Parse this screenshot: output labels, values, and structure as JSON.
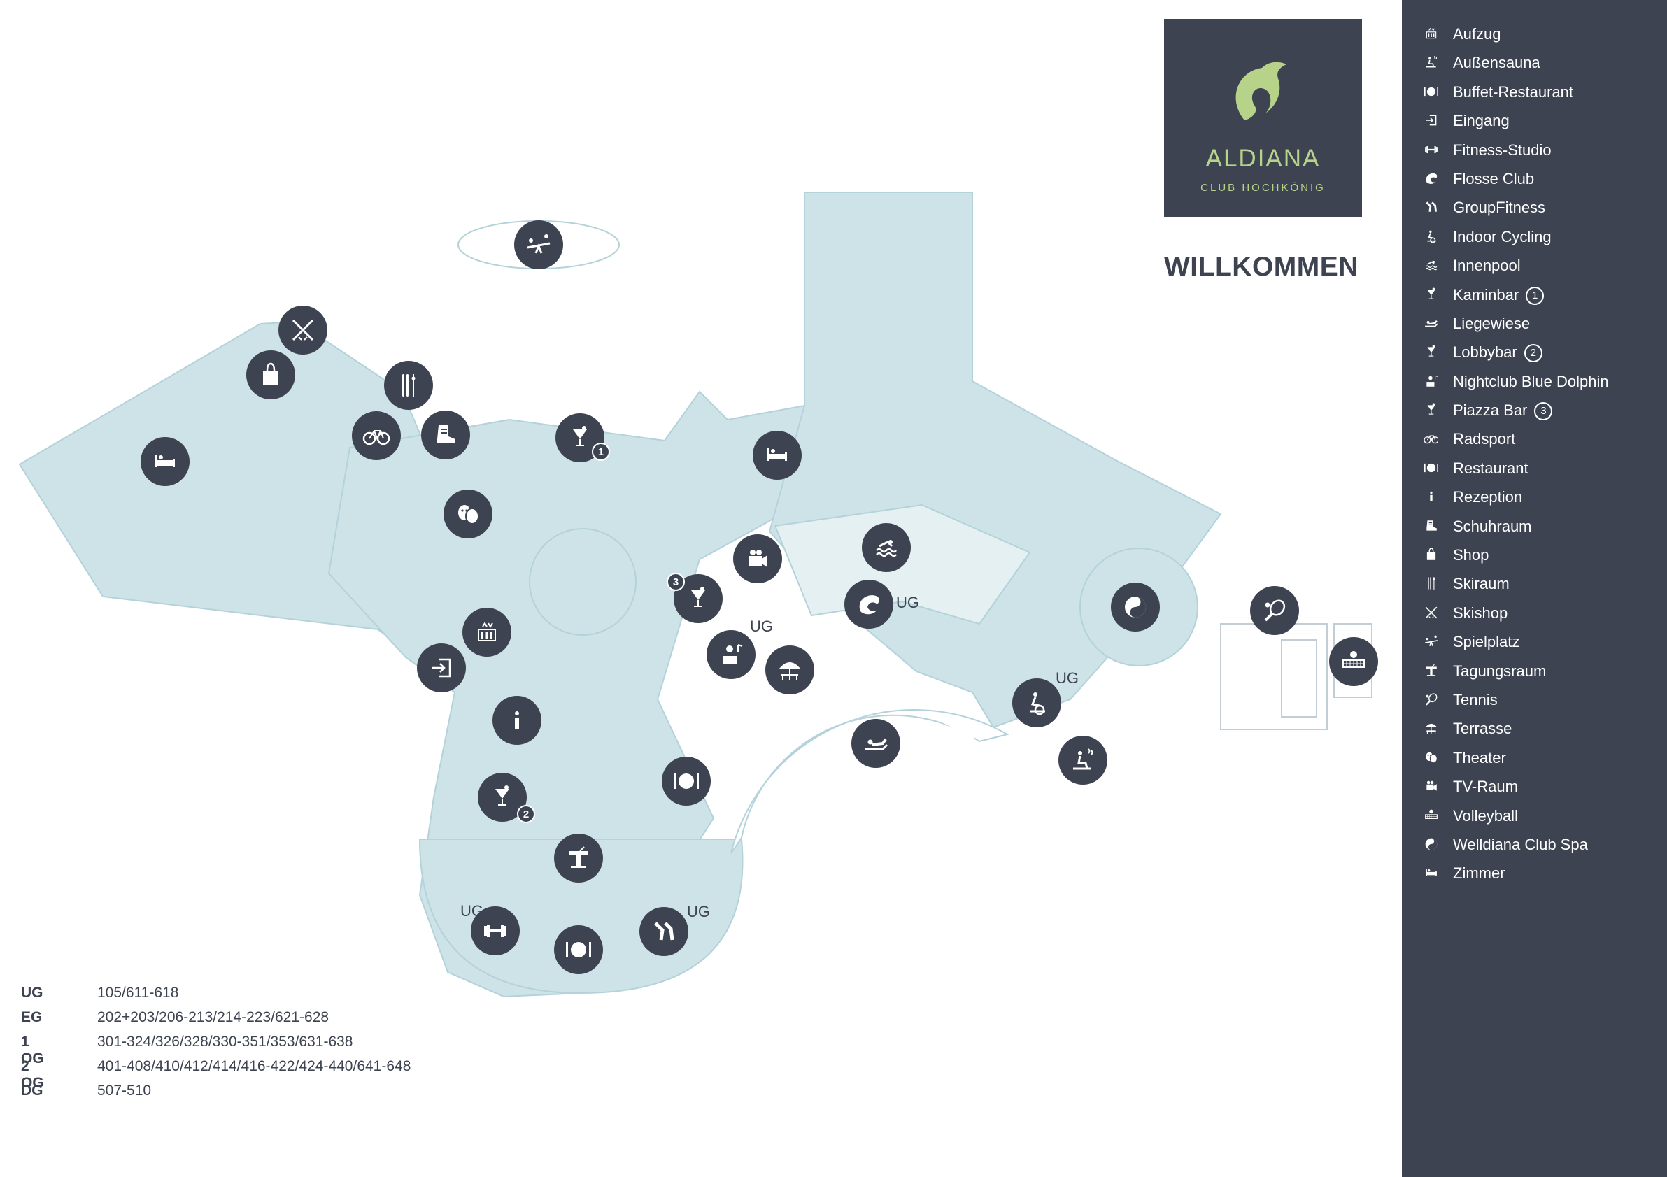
{
  "brand": {
    "name": "ALDIANA",
    "subtitle": "CLUB HOCHKÖNIG"
  },
  "welcome": "WILLKOMMEN",
  "colors": {
    "sidebar": "#3d4350",
    "building": "#cde3e8",
    "pool": "#e4f0f2",
    "marker": "#3d4350",
    "brand_accent": "#b7d38a"
  },
  "legend": [
    {
      "icon": "elevator-icon",
      "label": "Aufzug",
      "badge": ""
    },
    {
      "icon": "outdoor-sauna-icon",
      "label": "Außensauna",
      "badge": ""
    },
    {
      "icon": "plate-cutlery-icon",
      "label": "Buffet-Restaurant",
      "badge": ""
    },
    {
      "icon": "entrance-icon",
      "label": "Eingang",
      "badge": ""
    },
    {
      "icon": "dumbbell-icon",
      "label": "Fitness-Studio",
      "badge": ""
    },
    {
      "icon": "dolphin-icon",
      "label": "Flosse Club",
      "badge": ""
    },
    {
      "icon": "group-fitness-icon",
      "label": "GroupFitness",
      "badge": ""
    },
    {
      "icon": "indoor-cycling-icon",
      "label": "Indoor Cycling",
      "badge": ""
    },
    {
      "icon": "swimming-icon",
      "label": "Innenpool",
      "badge": ""
    },
    {
      "icon": "cocktail-icon",
      "label": "Kaminbar",
      "badge": "1"
    },
    {
      "icon": "sunbed-icon",
      "label": "Liegewiese",
      "badge": ""
    },
    {
      "icon": "cocktail-icon",
      "label": "Lobbybar",
      "badge": "2"
    },
    {
      "icon": "dj-icon",
      "label": "Nightclub Blue Dolphin",
      "badge": ""
    },
    {
      "icon": "cocktail-icon",
      "label": "Piazza Bar",
      "badge": "3"
    },
    {
      "icon": "bicycle-icon",
      "label": "Radsport",
      "badge": ""
    },
    {
      "icon": "plate-cutlery-icon",
      "label": "Restaurant",
      "badge": ""
    },
    {
      "icon": "info-icon",
      "label": "Rezeption",
      "badge": ""
    },
    {
      "icon": "ski-boot-icon",
      "label": "Schuhraum",
      "badge": ""
    },
    {
      "icon": "shopping-bag-icon",
      "label": "Shop",
      "badge": ""
    },
    {
      "icon": "skis-icon",
      "label": "Skiraum",
      "badge": ""
    },
    {
      "icon": "crossed-skis-icon",
      "label": "Skishop",
      "badge": ""
    },
    {
      "icon": "seesaw-icon",
      "label": "Spielplatz",
      "badge": ""
    },
    {
      "icon": "lectern-icon",
      "label": "Tagungsraum",
      "badge": ""
    },
    {
      "icon": "tennis-icon",
      "label": "Tennis",
      "badge": ""
    },
    {
      "icon": "parasol-icon",
      "label": "Terrasse",
      "badge": ""
    },
    {
      "icon": "theater-masks-icon",
      "label": "Theater",
      "badge": ""
    },
    {
      "icon": "video-camera-icon",
      "label": "TV-Raum",
      "badge": ""
    },
    {
      "icon": "volleyball-icon",
      "label": "Volleyball",
      "badge": ""
    },
    {
      "icon": "yin-yang-icon",
      "label": "Welldiana Club Spa",
      "badge": ""
    },
    {
      "icon": "bed-icon",
      "label": "Zimmer",
      "badge": ""
    }
  ],
  "floors": [
    {
      "level": "UG",
      "rooms": "105/611-618"
    },
    {
      "level": "EG",
      "rooms": "202+203/206-213/214-223/621-628"
    },
    {
      "level": "1 OG",
      "rooms": "301-324/326/328/330-351/353/631-638"
    },
    {
      "level": "2 OG",
      "rooms": "401-408/410/412/414/416-422/424-440/641-648"
    },
    {
      "level": "DG",
      "rooms": "507-510"
    }
  ],
  "map": {
    "ug_label": "UG",
    "markers": [
      {
        "name": "playground-marker",
        "icon": "seesaw-icon",
        "badge": "",
        "ug": false
      },
      {
        "name": "skishop-marker",
        "icon": "crossed-skis-icon",
        "badge": "",
        "ug": false
      },
      {
        "name": "shop-marker",
        "icon": "shopping-bag-icon",
        "badge": "",
        "ug": false
      },
      {
        "name": "ski-room-marker",
        "icon": "skis-icon",
        "badge": "",
        "ug": false
      },
      {
        "name": "rooms-west-marker",
        "icon": "bed-icon",
        "badge": "",
        "ug": false
      },
      {
        "name": "bike-marker",
        "icon": "bicycle-icon",
        "badge": "",
        "ug": false
      },
      {
        "name": "boot-room-marker",
        "icon": "ski-boot-icon",
        "badge": "",
        "ug": false
      },
      {
        "name": "kaminbar-marker",
        "icon": "cocktail-icon",
        "badge": "1",
        "ug": false
      },
      {
        "name": "rooms-east-marker",
        "icon": "bed-icon",
        "badge": "",
        "ug": false
      },
      {
        "name": "theater-marker",
        "icon": "theater-masks-icon",
        "badge": "",
        "ug": false
      },
      {
        "name": "tv-room-marker",
        "icon": "video-camera-icon",
        "badge": "",
        "ug": false
      },
      {
        "name": "indoor-pool-marker",
        "icon": "swimming-icon",
        "badge": "",
        "ug": false
      },
      {
        "name": "piazza-bar-marker",
        "icon": "cocktail-icon",
        "badge": "3",
        "ug": false
      },
      {
        "name": "flosse-club-marker",
        "icon": "dolphin-icon",
        "badge": "",
        "ug": true
      },
      {
        "name": "spa-marker",
        "icon": "yin-yang-icon",
        "badge": "",
        "ug": false
      },
      {
        "name": "elevator-marker",
        "icon": "elevator-icon",
        "badge": "",
        "ug": false
      },
      {
        "name": "nightclub-marker",
        "icon": "dj-icon",
        "badge": "",
        "ug": true
      },
      {
        "name": "tennis-marker",
        "icon": "tennis-icon",
        "badge": "",
        "ug": false
      },
      {
        "name": "terrace-marker",
        "icon": "parasol-icon",
        "badge": "",
        "ug": false
      },
      {
        "name": "entrance-marker",
        "icon": "entrance-icon",
        "badge": "",
        "ug": false
      },
      {
        "name": "volleyball-marker",
        "icon": "volleyball-icon",
        "badge": "",
        "ug": false
      },
      {
        "name": "indoor-cycling-marker",
        "icon": "indoor-cycling-icon",
        "badge": "",
        "ug": true
      },
      {
        "name": "reception-marker",
        "icon": "info-icon",
        "badge": "",
        "ug": false
      },
      {
        "name": "sunbed-marker",
        "icon": "sunbed-icon",
        "badge": "",
        "ug": false
      },
      {
        "name": "outdoor-sauna-marker",
        "icon": "outdoor-sauna-icon",
        "badge": "",
        "ug": false
      },
      {
        "name": "restaurant-marker",
        "icon": "plate-cutlery-icon",
        "badge": "",
        "ug": false
      },
      {
        "name": "lobbybar-marker",
        "icon": "cocktail-icon",
        "badge": "2",
        "ug": false
      },
      {
        "name": "conference-marker",
        "icon": "lectern-icon",
        "badge": "",
        "ug": false
      },
      {
        "name": "fitness-marker",
        "icon": "dumbbell-icon",
        "badge": "",
        "ug": true
      },
      {
        "name": "buffet-restaurant-marker",
        "icon": "plate-cutlery-icon",
        "badge": "",
        "ug": false
      },
      {
        "name": "group-fitness-marker",
        "icon": "group-fitness-icon",
        "badge": "",
        "ug": true
      }
    ]
  }
}
